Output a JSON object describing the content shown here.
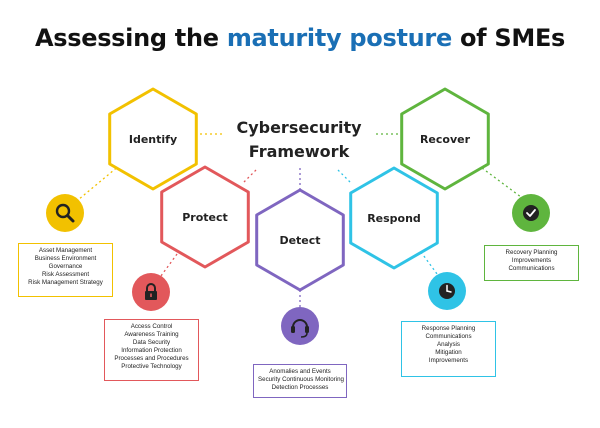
{
  "title": {
    "part1": "Assessing the ",
    "highlight": "maturity posture",
    "part2": " of SMEs"
  },
  "framework": {
    "line1": "Cybersecurity",
    "line2": "Framework"
  },
  "functions": [
    {
      "name": "Identify",
      "color": "#f2c100",
      "icon": "magnifier-icon",
      "items": [
        "Asset Management",
        "Business Environment",
        "Governance",
        "Risk Assessment",
        "Risk Management Strategy"
      ]
    },
    {
      "name": "Protect",
      "color": "#e2585b",
      "icon": "padlock-icon",
      "items": [
        "Access Control",
        "Awareness Training",
        "Data Security",
        "Information Protection",
        "Processes and Procedures",
        "Protective Technology"
      ]
    },
    {
      "name": "Detect",
      "color": "#7f66c0",
      "icon": "headset-icon",
      "items": [
        "Anomalies and Events",
        "Security Continuous Monitoring",
        "Detection Processes"
      ]
    },
    {
      "name": "Respond",
      "color": "#2fc3e6",
      "icon": "clock-icon",
      "items": [
        "Response Planning",
        "Communications",
        "Analysis",
        "Mitigation",
        "Improvements"
      ]
    },
    {
      "name": "Recover",
      "color": "#5fb53e",
      "icon": "checkmark-icon",
      "items": [
        "Recovery Planning",
        "Improvements",
        "Communications"
      ]
    }
  ]
}
